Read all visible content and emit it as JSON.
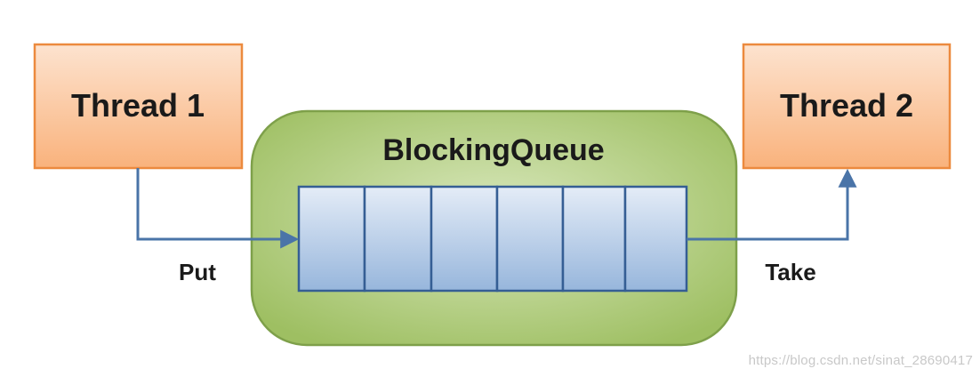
{
  "nodes": {
    "thread1": {
      "label": "Thread 1"
    },
    "thread2": {
      "label": "Thread 2"
    },
    "queue": {
      "label": "BlockingQueue",
      "slot_count": 6
    }
  },
  "edges": {
    "put": {
      "label": "Put",
      "from": "Thread 1",
      "to": "BlockingQueue"
    },
    "take": {
      "label": "Take",
      "from": "BlockingQueue",
      "to": "Thread 2"
    }
  },
  "watermark": "https://blog.csdn.net/sinat_28690417",
  "colors": {
    "thread_fill_top": "#fde3cf",
    "thread_fill_bottom": "#f9b27c",
    "thread_stroke": "#ec8a3e",
    "queue_fill_light": "#d9e8bd",
    "queue_fill_dark": "#9ebf62",
    "queue_stroke": "#7ea04a",
    "slot_fill_top": "#e4ecf7",
    "slot_fill_bottom": "#97b6dc",
    "slot_stroke": "#355e94",
    "arrow": "#4a74a8"
  }
}
